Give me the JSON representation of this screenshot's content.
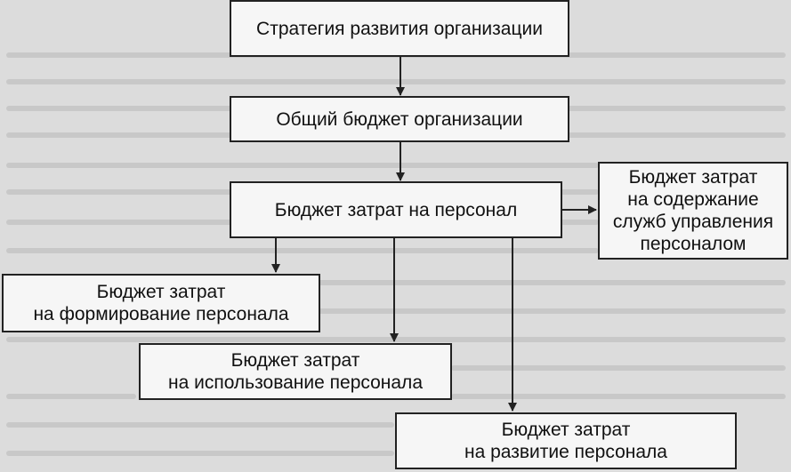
{
  "colors": {
    "background": "#dcdcdc",
    "box_fill": "#f6f6f6",
    "line": "#222222"
  },
  "nodes": {
    "strategy": {
      "lines": [
        "Стратегия развития организации"
      ]
    },
    "general_budget": {
      "lines": [
        "Общий бюджет организации"
      ]
    },
    "personnel_budget": {
      "lines": [
        "Бюджет затрат на персонал"
      ]
    },
    "management_services": {
      "lines": [
        "Бюджет затрат",
        "на содержание",
        "служб управления",
        "персоналом"
      ]
    },
    "formation": {
      "lines": [
        "Бюджет затрат",
        "на формирование персонала"
      ]
    },
    "usage": {
      "lines": [
        "Бюджет затрат",
        "на использование персонала"
      ]
    },
    "development": {
      "lines": [
        "Бюджет затрат",
        "на развитие персонала"
      ]
    }
  },
  "edges": [
    {
      "from": "strategy",
      "to": "general_budget"
    },
    {
      "from": "general_budget",
      "to": "personnel_budget"
    },
    {
      "from": "personnel_budget",
      "to": "management_services"
    },
    {
      "from": "personnel_budget",
      "to": "formation"
    },
    {
      "from": "personnel_budget",
      "to": "usage"
    },
    {
      "from": "personnel_budget",
      "to": "development"
    }
  ]
}
